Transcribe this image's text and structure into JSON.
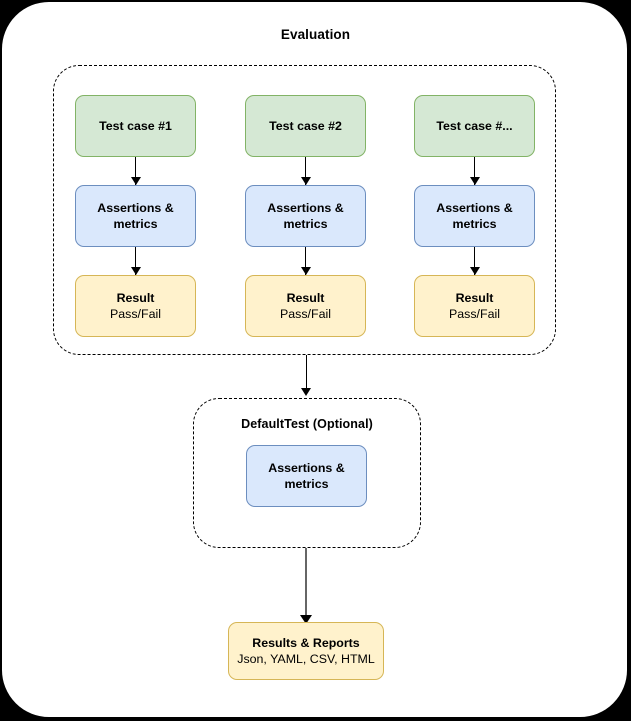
{
  "diagram": {
    "outer_title": "Evaluation",
    "columns": [
      {
        "test_case": "Test case #1",
        "assertions_line1": "Assertions &",
        "assertions_line2": "metrics",
        "result_line1": "Result",
        "result_line2": "Pass/Fail"
      },
      {
        "test_case": "Test case #2",
        "assertions_line1": "Assertions &",
        "assertions_line2": "metrics",
        "result_line1": "Result",
        "result_line2": "Pass/Fail"
      },
      {
        "test_case": "Test case #...",
        "assertions_line1": "Assertions &",
        "assertions_line2": "metrics",
        "result_line1": "Result",
        "result_line2": "Pass/Fail"
      }
    ],
    "default_test": {
      "title": "DefaultTest (Optional)",
      "assertions_line1": "Assertions &",
      "assertions_line2": "metrics"
    },
    "results": {
      "line1": "Results & Reports",
      "line2": "Json, YAML, CSV, HTML"
    },
    "colors": {
      "green_fill": "#d5e8d4",
      "green_stroke": "#82b366",
      "blue_fill": "#dae8fc",
      "blue_stroke": "#6c8ebf",
      "yellow_fill": "#fff2cc",
      "yellow_stroke": "#d6b656",
      "arrow": "#000000",
      "arrow_grey": "#666666",
      "background": "#ffffff",
      "outer_border": "#000000"
    }
  }
}
